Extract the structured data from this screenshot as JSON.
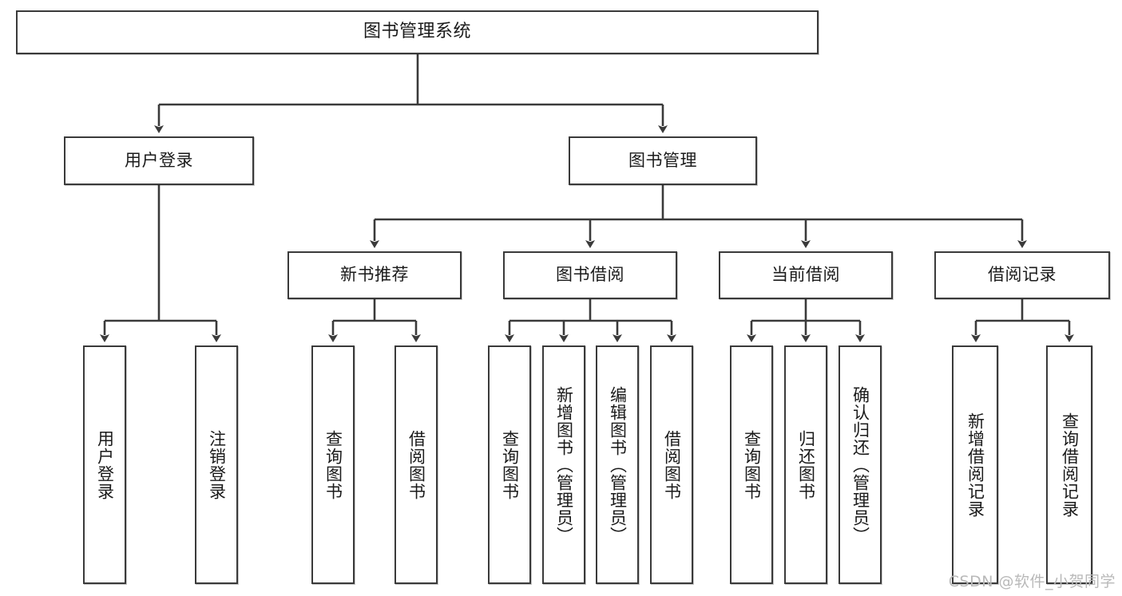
{
  "diagram": {
    "title": "图书管理系统",
    "type": "tree-hierarchy",
    "root": {
      "label": "图书管理系统"
    },
    "level2": [
      {
        "label": "用户登录"
      },
      {
        "label": "图书管理"
      }
    ],
    "level3": [
      {
        "label": "新书推荐"
      },
      {
        "label": "图书借阅"
      },
      {
        "label": "当前借阅"
      },
      {
        "label": "借阅记录"
      }
    ],
    "leaves": {
      "user_login": [
        {
          "label": "用户登录"
        },
        {
          "label": "注销登录"
        }
      ],
      "new_book_recommend": [
        {
          "label": "查询图书"
        },
        {
          "label": "借阅图书"
        }
      ],
      "book_borrow": [
        {
          "label": "查询图书"
        },
        {
          "label": "新增图书（管理员）"
        },
        {
          "label": "编辑图书（管理员）"
        },
        {
          "label": "借阅图书"
        }
      ],
      "current_borrow": [
        {
          "label": "查询图书"
        },
        {
          "label": "归还图书"
        },
        {
          "label": "确认归还（管理员）"
        }
      ],
      "borrow_record": [
        {
          "label": "新增借阅记录"
        },
        {
          "label": "查询借阅记录"
        }
      ]
    }
  },
  "watermark": {
    "text": "CSDN @软件_小贺同学"
  },
  "colors": {
    "box_border": "#3a3a3a",
    "box_fill": "#ffffff",
    "text": "#1a1a1a",
    "connector": "#3a3a3a",
    "watermark": "#b9b9b9",
    "background": "#ffffff"
  }
}
